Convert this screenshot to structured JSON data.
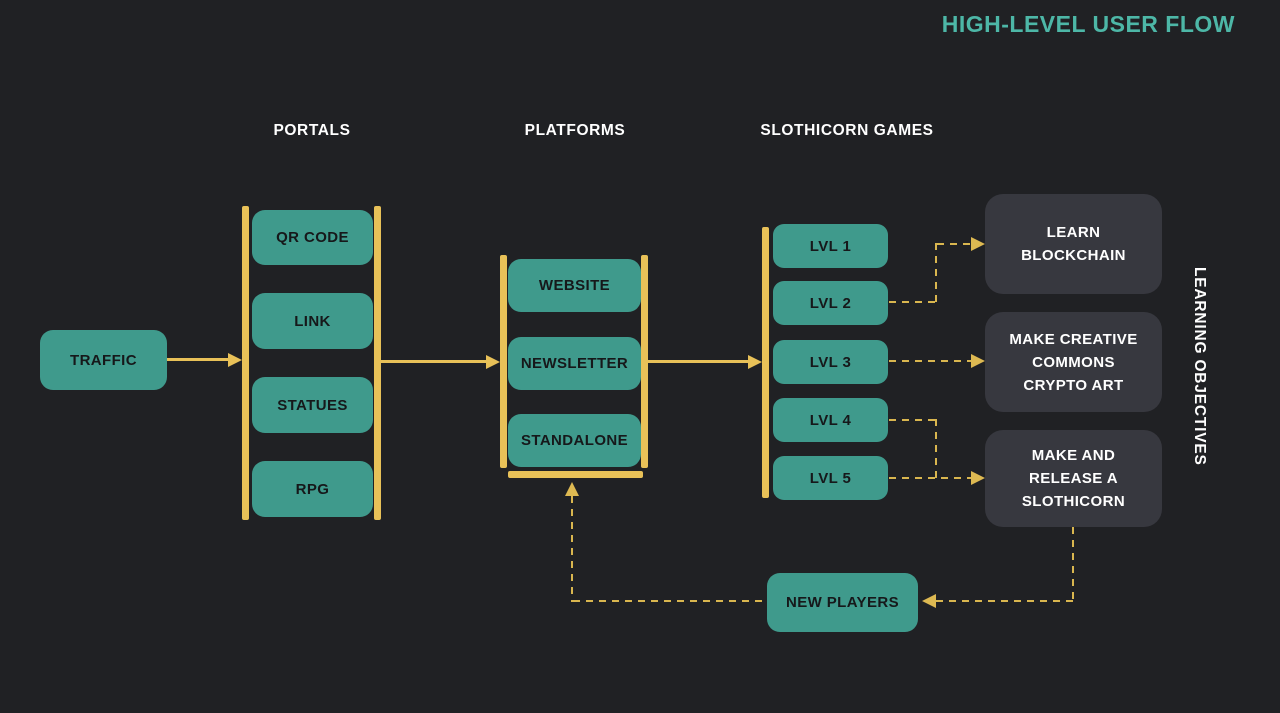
{
  "title": "HIGH-LEVEL USER FLOW",
  "colors": {
    "background": "#202124",
    "node_teal": "#3F9A8C",
    "node_dark": "#37383F",
    "accent_yellow_solid": "#E8C158",
    "accent_yellow_dashed": "#D9B64F",
    "title_teal": "#4DB7A7",
    "header_text": "#FFFFFF",
    "node_text_dark": "#16181A"
  },
  "traffic": {
    "label": "TRAFFIC"
  },
  "portals": {
    "header": "PORTALS",
    "items": [
      "QR CODE",
      "LINK",
      "STATUES",
      "RPG"
    ]
  },
  "platforms": {
    "header": "PLATFORMS",
    "items": [
      "WEBSITE",
      "NEWSLETTER",
      "STANDALONE"
    ]
  },
  "games": {
    "header": "SLOTHICORN GAMES",
    "items": [
      "LVL 1",
      "LVL 2",
      "LVL 3",
      "LVL 4",
      "LVL 5"
    ]
  },
  "objectives": {
    "side_label": "LEARNING OBJECTIVES",
    "items": [
      "LEARN\nBLOCKCHAIN",
      "MAKE CREATIVE\nCOMMONS\nCRYPTO ART",
      "MAKE AND\nRELEASE A\nSLOTHICORN"
    ]
  },
  "new_players": {
    "label": "NEW PLAYERS"
  }
}
